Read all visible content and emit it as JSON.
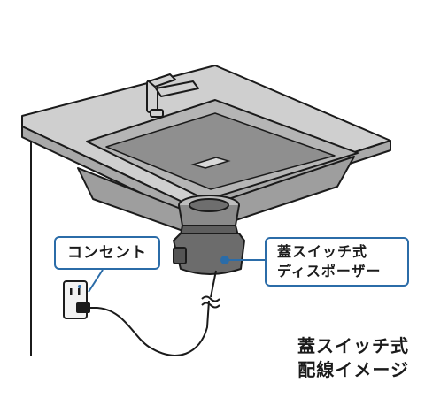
{
  "labels": {
    "outlet": "コンセント",
    "disposer_line1": "蓋スイッチ式",
    "disposer_line2": "ディスポーザー"
  },
  "caption": {
    "line1": "蓋スイッチ式",
    "line2": "配線イメージ"
  },
  "colors": {
    "callout_border": "#2b6ca8",
    "sink_fill": "#c9c9c9",
    "sink_dark": "#9e9e9e",
    "disposer_body": "#6c6c6c",
    "disposer_ring": "#5a5a5a",
    "outline": "#1b1b1b",
    "outlet_fill": "#f2f2f2"
  },
  "icons": [
    "faucet-icon",
    "outlet-icon",
    "plug-icon",
    "wire-break-icon"
  ]
}
